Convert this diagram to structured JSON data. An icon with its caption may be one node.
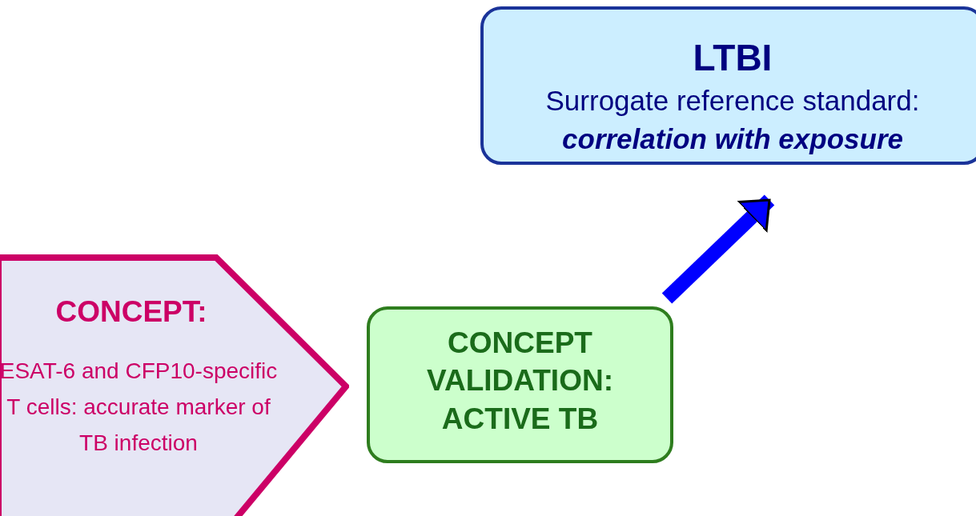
{
  "diagram": {
    "nodes": [
      {
        "text": [
          "CONCEPT:",
          "ESAT-6 and CFP10-specific T cells: accurate marker of TB infection"
        ]
      },
      {
        "text": [
          "CONCEPT VALIDATION: ACTIVE TB"
        ]
      },
      {
        "text": [
          "LTBI",
          "Surrogate reference standard: **correlation with exposure**"
        ]
      }
    ],
    "edges": [
      {
        "from": 1,
        "to": 2,
        "arrow": "to"
      }
    ]
  }
}
